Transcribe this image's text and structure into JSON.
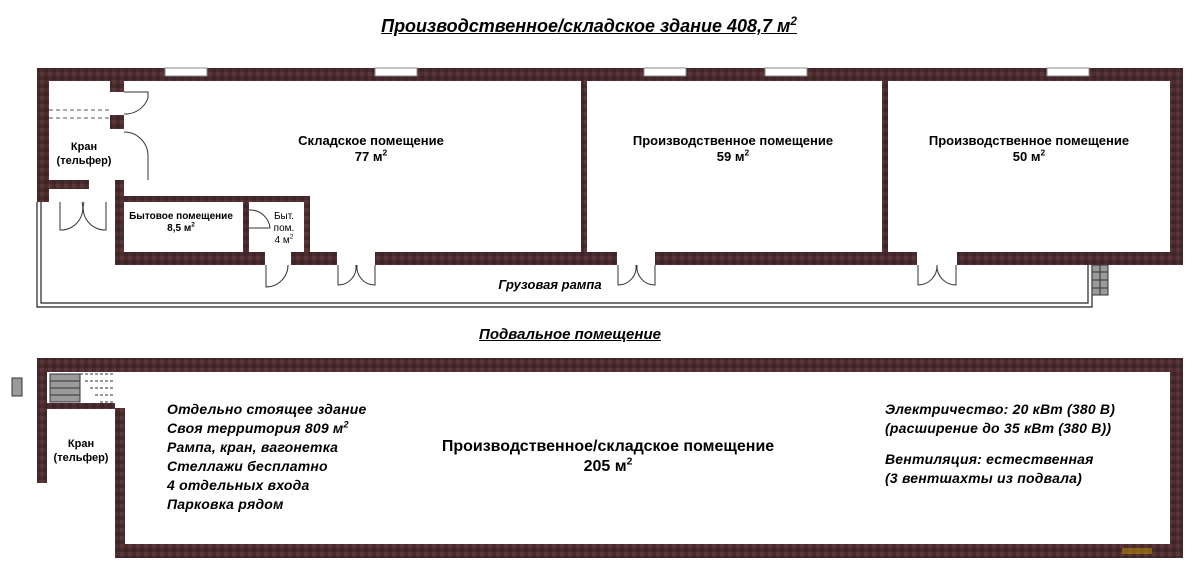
{
  "title": "Производственное/складское здание 408,7 м",
  "title_sup": "2",
  "ground_floor": {
    "crane": {
      "line1": "Кран",
      "line2": "(тельфер)"
    },
    "rooms": [
      {
        "name": "Складское помещение",
        "area": "77 м",
        "sup": "2"
      },
      {
        "name": "Производственное помещение",
        "area": "59 м",
        "sup": "2"
      },
      {
        "name": "Производственное помещение",
        "area": "50 м",
        "sup": "2"
      }
    ],
    "utility_room": {
      "name": "Бытовое помещение",
      "area": "8,5 м",
      "sup": "2"
    },
    "small_room": {
      "line1": "Быт.",
      "line2": "пом.",
      "area": "4 м",
      "sup": "2"
    },
    "ramp_label": "Грузовая рампа"
  },
  "basement": {
    "label": "Подвальное помещение",
    "crane": {
      "line1": "Кран",
      "line2": "(тельфер)"
    },
    "main_room": {
      "name": "Производственное/складское помещение",
      "area": "205 м",
      "sup": "2"
    },
    "features": [
      "Отдельно стоящее здание",
      "Своя территория 809 м",
      "Рампа, кран, вагонетка",
      "Стеллажи бесплатно",
      "4 отдельных входа",
      "Парковка рядом"
    ],
    "features_sup_index": 1,
    "features_sup": "2",
    "utilities": [
      "Электричество: 20 кВт (380 В)",
      "(расширение до 35 кВт (380 В))",
      "",
      "Вентиляция: естественная",
      "(3 вентшахты из подвала)"
    ]
  },
  "colors": {
    "wall": "#4a2c2e",
    "wall_dark": "#3a2224",
    "stair": "#9a9a9a"
  }
}
